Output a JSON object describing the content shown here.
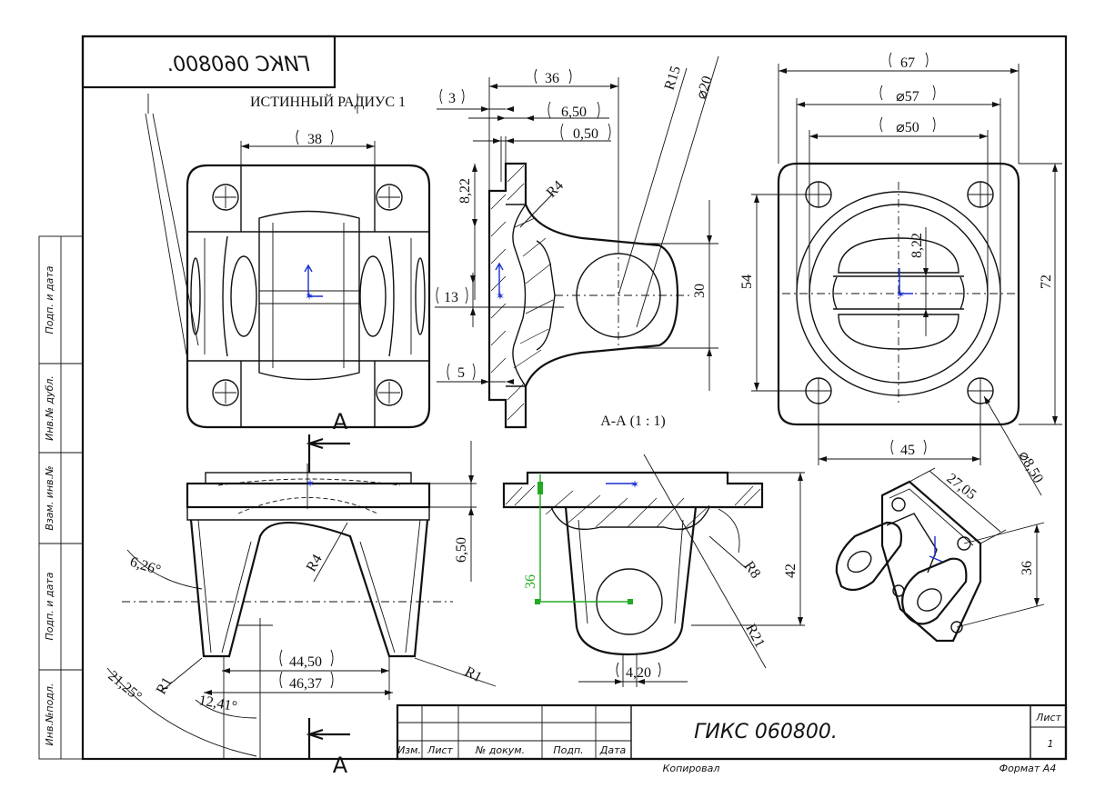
{
  "drawing": {
    "code": "ГИКС 060800.",
    "mirrored_code": "ГИКС 060800.",
    "true_radius_note": "ИСТИННЫЙ РАДИУС 1",
    "section_title": "А-А  (1 : 1)",
    "section_letter_top": "A",
    "section_letter_bottom": "A"
  },
  "side_stamp": [
    "Подп. и дата",
    "Инв.№ дубл.",
    "Взам. инв.№",
    "Подп. и дата",
    "Инв.№подл."
  ],
  "title_block": {
    "columns": [
      "Изм.",
      "Лист",
      "№ докум.",
      "Подп.",
      "Дата"
    ],
    "sheet_label": "Лист",
    "sheet_number": "1",
    "copied_by": "Копировал",
    "format": "Формат А4"
  },
  "dimensions": {
    "top_width": "38",
    "sec_36": "36",
    "sec_3": "3",
    "sec_650": "6,50",
    "sec_050": "0,50",
    "sec_822": "8,22",
    "sec_R4": "R4",
    "sec_R15": "R15",
    "sec_d20": "⌀20",
    "sec_13": "13",
    "sec_5": "5",
    "sec_30": "30",
    "right_67": "67",
    "right_d57": "⌀57",
    "right_d50": "⌀50",
    "right_54": "54",
    "right_822": "8,22",
    "right_72": "72",
    "right_45": "45",
    "right_d850": "⌀8,50",
    "bot_650": "6,50",
    "bot_626": "6,26°",
    "bot_R4": "R4",
    "bot_R1a": "R1",
    "bot_2125": "21,25°",
    "bot_1241": "12,41°",
    "bot_4450": "44,50",
    "bot_4637": "46,37",
    "bot_R1b": "R1",
    "mid_36": "36",
    "mid_42": "42",
    "mid_R8": "R8",
    "mid_R21": "R21",
    "mid_420": "4,20",
    "iso_2705": "27,05",
    "iso_36": "36"
  }
}
